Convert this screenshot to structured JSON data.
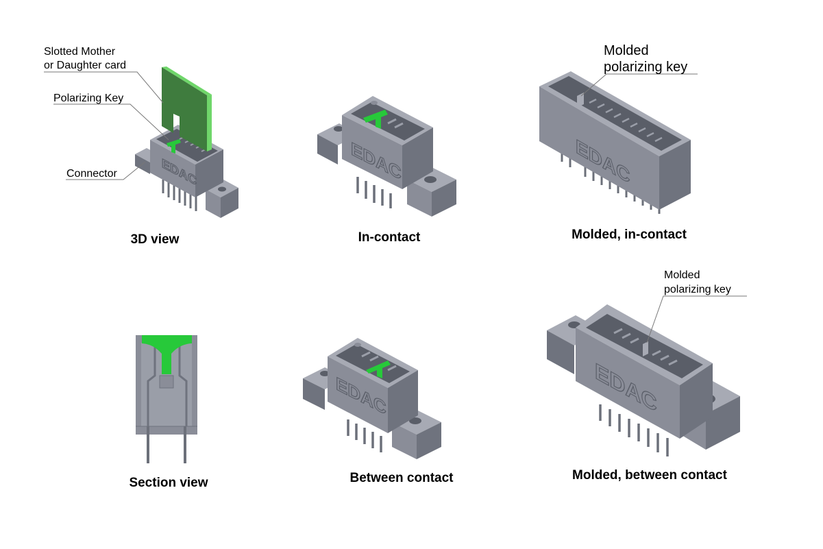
{
  "colors": {
    "housing_top": "#a7aab4",
    "housing_front": "#8a8d98",
    "housing_side": "#6f737e",
    "housing_dark": "#4f525b",
    "key_green": "#27c93a",
    "card_green": "#3f7c3e",
    "card_edge": "#6fd66a",
    "pin": "#6c707a",
    "leader": "#777777"
  },
  "logo_text": "EDAC",
  "panels": [
    {
      "caption": "3D view",
      "callouts": [
        "Slotted Mother",
        "or Daughter card",
        "Polarizing Key",
        "Connector"
      ]
    },
    {
      "caption": "In-contact"
    },
    {
      "caption": "Molded, in-contact",
      "callouts": [
        "Molded",
        "polarizing key"
      ]
    },
    {
      "caption": "Section view"
    },
    {
      "caption": "Between contact"
    },
    {
      "caption": "Molded, between contact",
      "callouts": [
        "Molded",
        "polarizing key"
      ]
    }
  ]
}
